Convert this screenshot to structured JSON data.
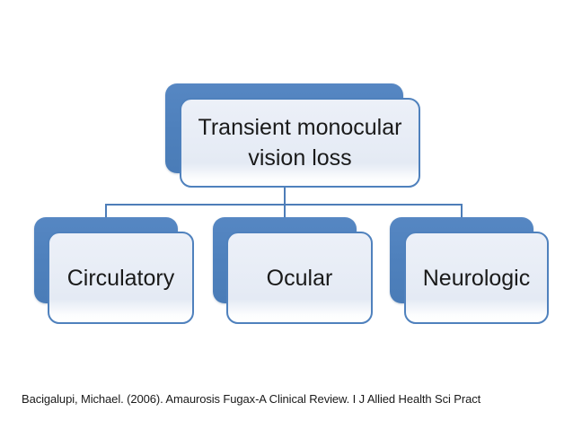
{
  "diagram": {
    "type": "hierarchy",
    "root": {
      "label": "Transient monocular vision loss"
    },
    "children": [
      {
        "label": "Circulatory"
      },
      {
        "label": "Ocular"
      },
      {
        "label": "Neurologic"
      }
    ]
  },
  "citation": "Bacigalupi, Michael. (2006). Amaurosis Fugax-A Clinical Review. I J Allied Health Sci Pract",
  "colors": {
    "accent_blue": "#4F81BD",
    "node_fill": "#E8EDF6",
    "node_border": "#4F81BD",
    "connector": "#4D7DB8",
    "text": "#1A1A1A"
  }
}
